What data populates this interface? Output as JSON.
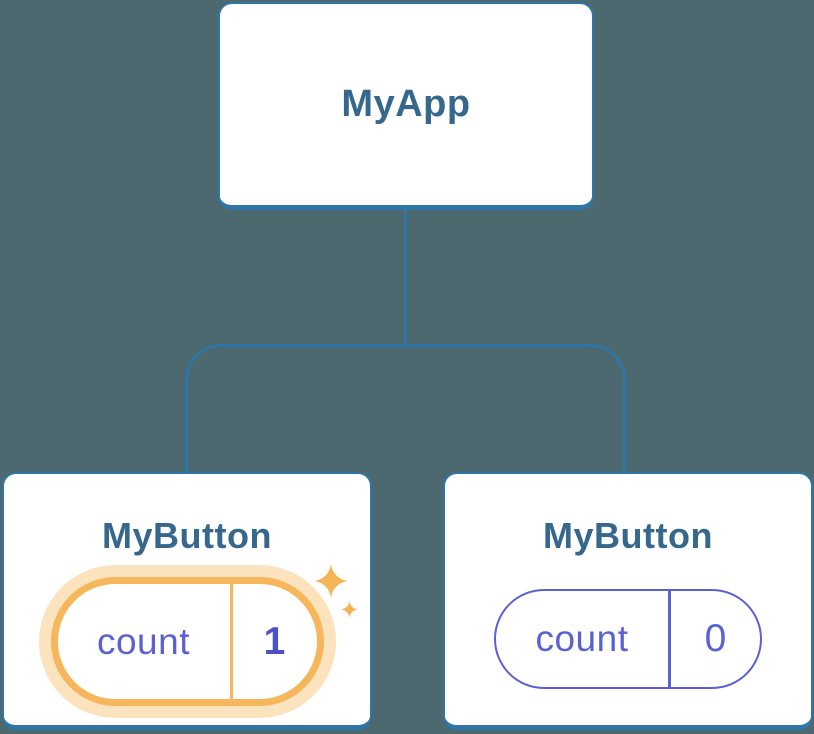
{
  "colors": {
    "background": "#4C6970",
    "connector_blue": "#2D76A7",
    "node_text_blue": "#36678D",
    "state_purple": "#5A61D2",
    "state_value_purple": "#4A51C9",
    "highlight_orange": "#F6B75C",
    "highlight_halo": "#FBE3BD",
    "sparkle_orange": "#F5B455",
    "card_bg": "#FFFFFF"
  },
  "tree": {
    "root": {
      "label": "MyApp"
    },
    "children": [
      {
        "label": "MyButton",
        "highlighted": true,
        "state": {
          "name": "count",
          "value": "1"
        }
      },
      {
        "label": "MyButton",
        "highlighted": false,
        "state": {
          "name": "count",
          "value": "0"
        }
      }
    ]
  }
}
